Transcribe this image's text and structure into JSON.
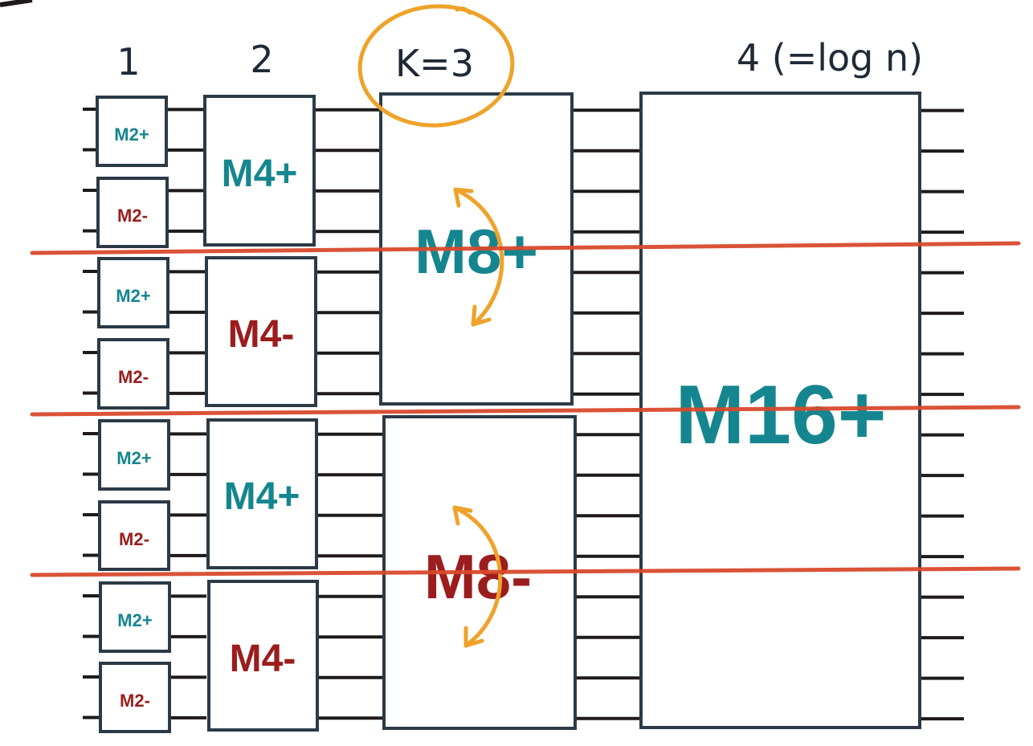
{
  "colors": {
    "plus": "#15868f",
    "minus": "#9b1d1d",
    "box_stroke": "#2b3a46",
    "wire": "#1f1a1a",
    "cut_line": "#d84a2c",
    "annotation": "#efa22a",
    "handwriting": "#1f2a36"
  },
  "column_headers": [
    "1",
    "2",
    "K=3",
    "4 (=log n)"
  ],
  "column1": [
    "M2+",
    "M2-",
    "M2+",
    "M2-",
    "M2+",
    "M2-",
    "M2+",
    "M2-"
  ],
  "column2": [
    "M4+",
    "M4-",
    "M4+",
    "M4-"
  ],
  "column3": [
    "M8+",
    "M8-"
  ],
  "column4": [
    "M16+"
  ]
}
